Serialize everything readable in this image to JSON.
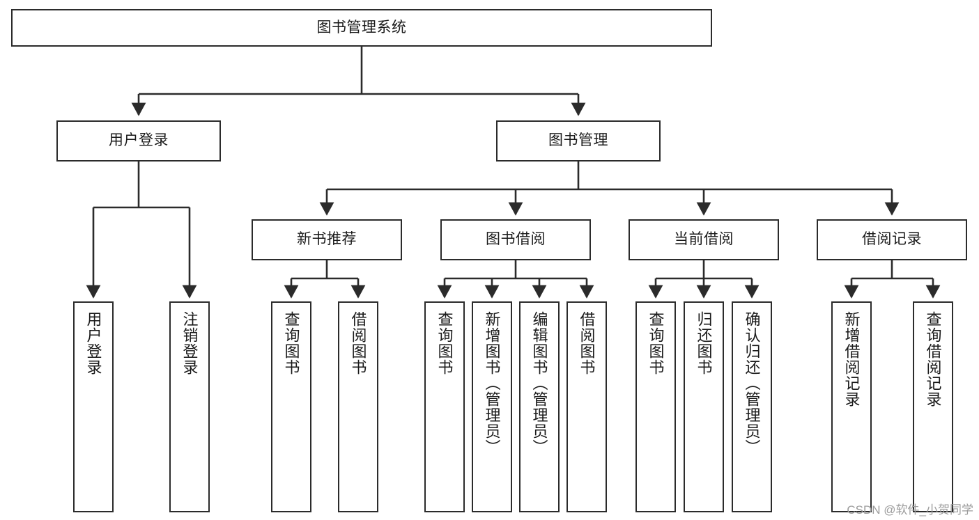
{
  "diagram": {
    "title": "图书管理系统",
    "type": "tree",
    "watermark": "CSDN @软件_小贺同学",
    "colors": {
      "box_border": "#2b2b2b",
      "box_fill": "#ffffff",
      "connector": "#2b2b2b",
      "text": "#1a1a1a",
      "watermark": "#9c9c9c"
    },
    "nodes": {
      "root": {
        "label": "图书管理系统",
        "level": 1
      },
      "user_login": {
        "label": "用户登录",
        "level": 2
      },
      "book_manage": {
        "label": "图书管理",
        "level": 2
      },
      "new_book_rec": {
        "label": "新书推荐",
        "level": 3
      },
      "book_borrow": {
        "label": "图书借阅",
        "level": 3
      },
      "current_borrow": {
        "label": "当前借阅",
        "level": 3
      },
      "borrow_record": {
        "label": "借阅记录",
        "level": 3
      },
      "leaf_user_login": {
        "label": "用户登录",
        "level": 4
      },
      "leaf_logout": {
        "label": "注销登录",
        "level": 4
      },
      "leaf_query_book_1": {
        "label": "查询图书",
        "level": 4
      },
      "leaf_borrow_book_1": {
        "label": "借阅图书",
        "level": 4
      },
      "leaf_query_book_2": {
        "label": "查询图书",
        "level": 4
      },
      "leaf_add_book": {
        "label": "新增图书（管理员）",
        "level": 4
      },
      "leaf_edit_book": {
        "label": "编辑图书（管理员）",
        "level": 4
      },
      "leaf_borrow_book_2": {
        "label": "借阅图书",
        "level": 4
      },
      "leaf_query_book_3": {
        "label": "查询图书",
        "level": 4
      },
      "leaf_return_book": {
        "label": "归还图书",
        "level": 4
      },
      "leaf_confirm_return": {
        "label": "确认归还（管理员）",
        "level": 4
      },
      "leaf_add_record": {
        "label": "新增借阅记录",
        "level": 4
      },
      "leaf_query_record": {
        "label": "查询借阅记录",
        "level": 4
      }
    },
    "edges": [
      {
        "from": "root",
        "to": "user_login"
      },
      {
        "from": "root",
        "to": "book_manage"
      },
      {
        "from": "user_login",
        "to": "leaf_user_login"
      },
      {
        "from": "user_login",
        "to": "leaf_logout"
      },
      {
        "from": "book_manage",
        "to": "new_book_rec"
      },
      {
        "from": "book_manage",
        "to": "book_borrow"
      },
      {
        "from": "book_manage",
        "to": "current_borrow"
      },
      {
        "from": "book_manage",
        "to": "borrow_record"
      },
      {
        "from": "new_book_rec",
        "to": "leaf_query_book_1"
      },
      {
        "from": "new_book_rec",
        "to": "leaf_borrow_book_1"
      },
      {
        "from": "book_borrow",
        "to": "leaf_query_book_2"
      },
      {
        "from": "book_borrow",
        "to": "leaf_add_book"
      },
      {
        "from": "book_borrow",
        "to": "leaf_edit_book"
      },
      {
        "from": "book_borrow",
        "to": "leaf_borrow_book_2"
      },
      {
        "from": "current_borrow",
        "to": "leaf_query_book_3"
      },
      {
        "from": "current_borrow",
        "to": "leaf_return_book"
      },
      {
        "from": "current_borrow",
        "to": "leaf_confirm_return"
      },
      {
        "from": "borrow_record",
        "to": "leaf_add_record"
      },
      {
        "from": "borrow_record",
        "to": "leaf_query_record"
      }
    ]
  }
}
